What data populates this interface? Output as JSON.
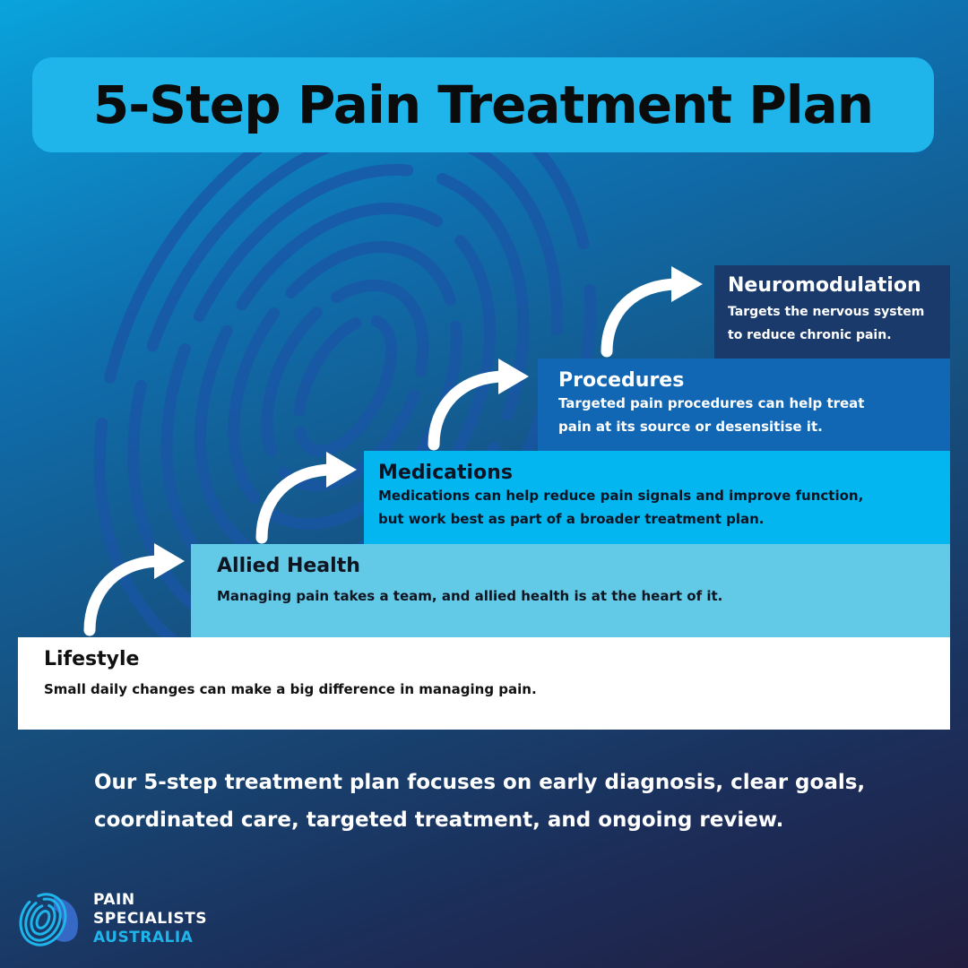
{
  "title": "5-Step Pain Treatment Plan",
  "steps": [
    {
      "name": "Lifestyle",
      "desc": "Small daily changes can make a big difference in managing pain."
    },
    {
      "name": "Allied Health",
      "desc": "Managing pain takes a team, and allied health is at the heart of it."
    },
    {
      "name": "Medications",
      "desc_lines": [
        "Medications can help reduce pain signals and improve function,",
        "but work best as part of a broader treatment plan."
      ]
    },
    {
      "name": "Procedures",
      "desc_lines": [
        "Targeted pain procedures can help treat",
        "pain at its source or desensitise it."
      ]
    },
    {
      "name": "Neuromodulation",
      "desc_lines": [
        "Targets the nervous system",
        "to reduce chronic pain."
      ]
    }
  ],
  "tagline_lines": [
    "Our 5-step treatment plan focuses on early diagnosis, clear goals,",
    "coordinated care, targeted treatment, and ongoing review."
  ],
  "logo": {
    "lines": [
      "PAIN",
      "SPECIALISTS",
      "AUSTRALIA"
    ],
    "icon": "fingerprint-logo-icon"
  },
  "colors": {
    "title_bg": "#1fb4ea",
    "step1": "#ffffff",
    "step2": "#62c9e6",
    "step3": "#03b6ef",
    "step4": "#1167b4",
    "step5": "#1a3a6c",
    "accent": "#1fb4ea"
  },
  "icons": {
    "background": "fingerprint-icon",
    "arrows": "curved-arrow-icon"
  }
}
